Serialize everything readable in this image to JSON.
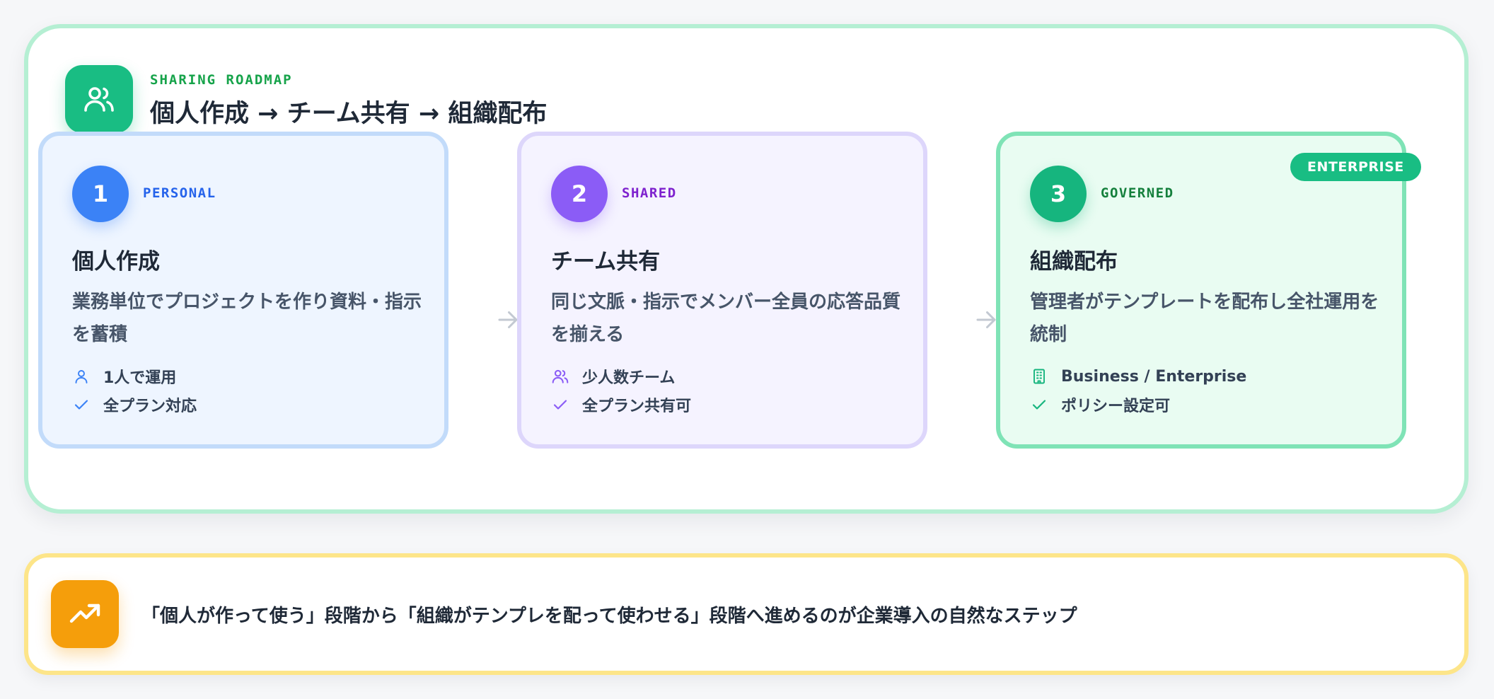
{
  "header": {
    "eyebrow": "SHARING ROADMAP",
    "title": "個人作成 → チーム共有 → 組織配布",
    "icon": "users-icon"
  },
  "stages": [
    {
      "number": "1",
      "tag": "PERSONAL",
      "title": "個人作成",
      "description": "業務単位でプロジェクトを作り資料・指示を蓄積",
      "features": [
        {
          "icon": "user-icon",
          "label": "1人で運用"
        },
        {
          "icon": "check-icon",
          "label": "全プラン対応"
        }
      ],
      "accent": "#3b82f6"
    },
    {
      "number": "2",
      "tag": "SHARED",
      "title": "チーム共有",
      "description": "同じ文脈・指示でメンバー全員の応答品質を揃える",
      "features": [
        {
          "icon": "users-icon",
          "label": "少人数チーム"
        },
        {
          "icon": "check-icon",
          "label": "全プラン共有可"
        }
      ],
      "accent": "#8b5cf6"
    },
    {
      "number": "3",
      "tag": "GOVERNED",
      "title": "組織配布",
      "description": "管理者がテンプレートを配布し全社運用を統制",
      "features": [
        {
          "icon": "building-icon",
          "label": "Business / Enterprise"
        },
        {
          "icon": "check-icon",
          "label": "ポリシー設定可"
        }
      ],
      "badge": "ENTERPRISE",
      "accent": "#16b57e"
    }
  ],
  "note": {
    "icon": "trending-up-icon",
    "text": "「個人が作って使う」段階から「組織がテンプレを配って使わせる」段階へ進めるのが企業導入の自然なステップ"
  },
  "colors": {
    "green": "#19bd83",
    "blue": "#3b82f6",
    "purple": "#8b5cf6",
    "amber": "#f59e0b"
  }
}
